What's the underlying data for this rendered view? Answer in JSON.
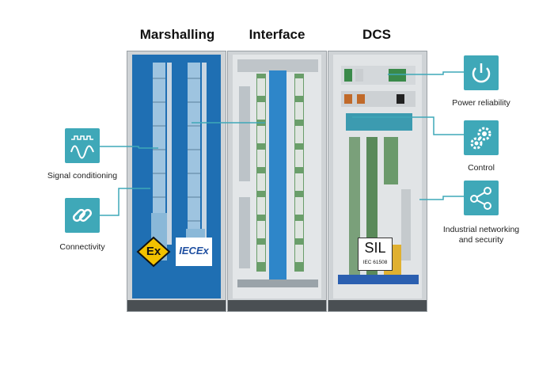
{
  "headings": {
    "marshalling": "Marshalling",
    "interface": "Interface",
    "dcs": "DCS"
  },
  "features": {
    "power": {
      "label": "Power reliability",
      "icon": "power-icon"
    },
    "control": {
      "label": "Control",
      "icon": "gears-icon"
    },
    "networking": {
      "label_line1": "Industrial networking",
      "label_line2": "and security",
      "icon": "network-icon"
    },
    "signal": {
      "label": "Signal conditioning",
      "icon": "waveform-icon"
    },
    "connectivity": {
      "label": "Connectivity",
      "icon": "link-icon"
    }
  },
  "badges": {
    "ex": "Ex",
    "iecex": "IECEx",
    "sil": "SIL",
    "iec": "IEC 61508"
  },
  "colors": {
    "accent": "#3fa8b8",
    "panel_blue": "#1f6fb3",
    "cabinet_gray": "#cfd3d6",
    "ex_yellow": "#f2c200"
  }
}
